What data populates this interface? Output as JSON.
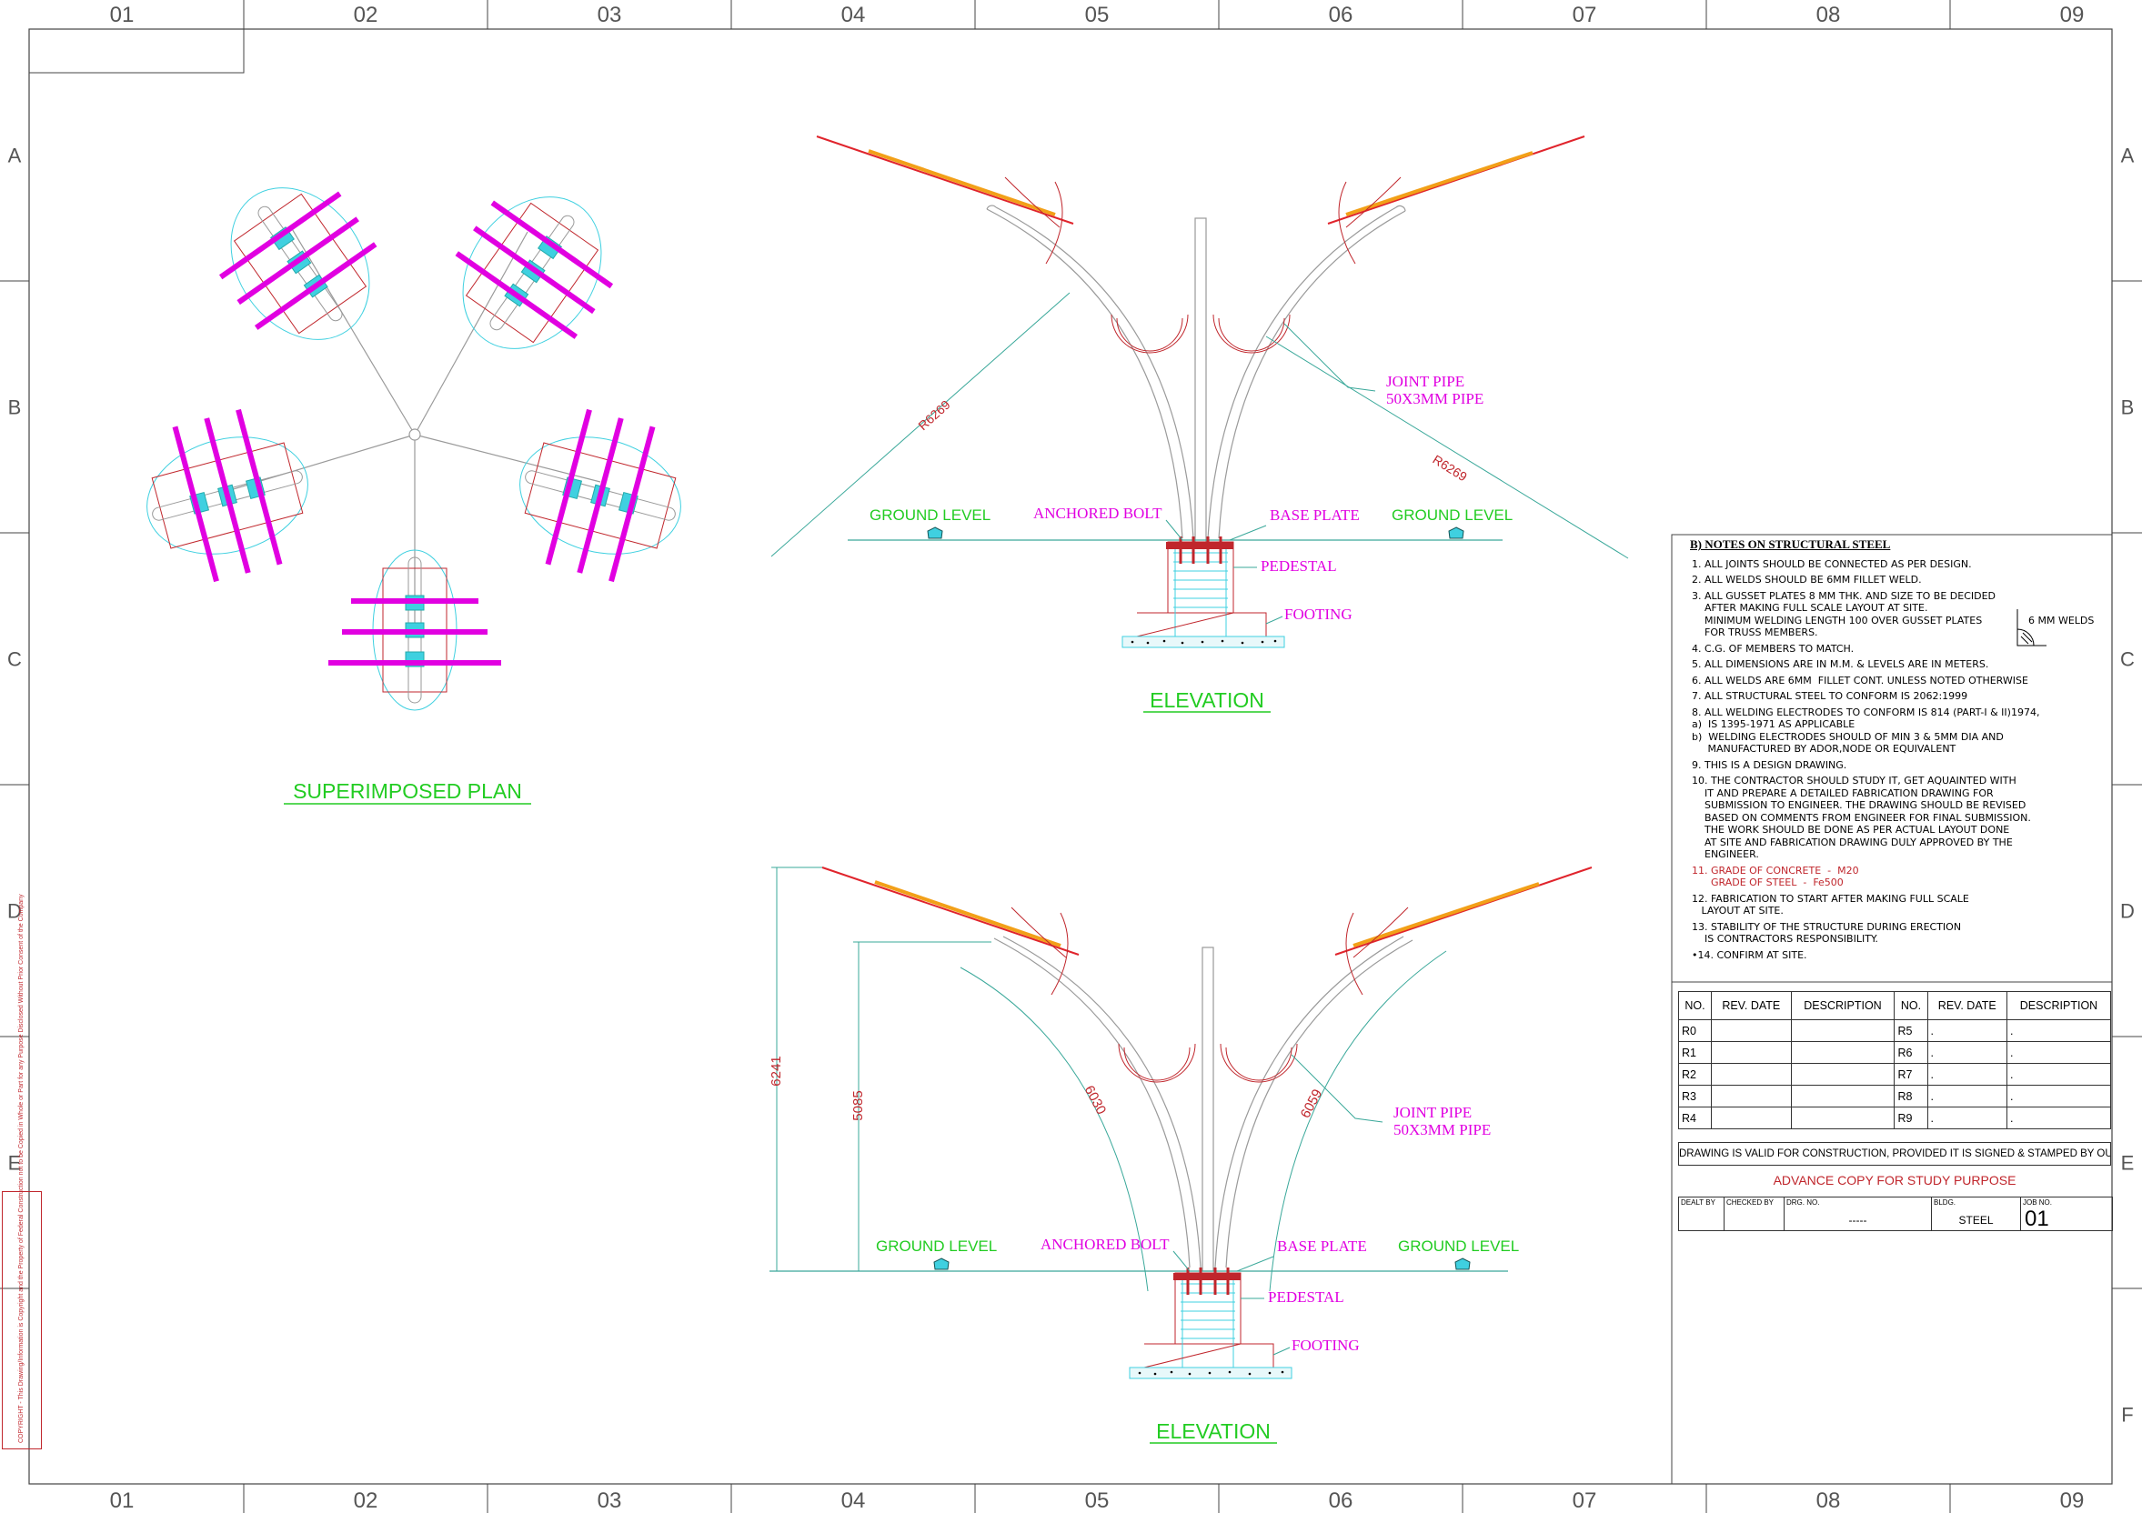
{
  "border": {
    "columns": [
      "01",
      "02",
      "03",
      "04",
      "05",
      "06",
      "07",
      "08",
      "09"
    ],
    "rows": [
      "A",
      "B",
      "C",
      "D",
      "E",
      "F"
    ]
  },
  "plan": {
    "title": "SUPERIMPOSED PLAN"
  },
  "elevation_top": {
    "title": "ELEVATION",
    "ground_left": "GROUND LEVEL",
    "ground_right": "GROUND LEVEL",
    "anchored_bolt": "ANCHORED BOLT",
    "base_plate": "BASE PLATE",
    "pedestal": "PEDESTAL",
    "footing": "FOOTING",
    "joint_pipe_1": "JOINT PIPE",
    "joint_pipe_2": "50X3MM PIPE",
    "radius_left": "R6269",
    "radius_right": "R6269"
  },
  "elevation_bottom": {
    "title": "ELEVATION",
    "ground_left": "GROUND LEVEL",
    "ground_right": "GROUND LEVEL",
    "anchored_bolt": "ANCHORED BOLT",
    "base_plate": "BASE PLATE",
    "pedestal": "PEDESTAL",
    "footing": "FOOTING",
    "joint_pipe_1": "JOINT PIPE",
    "joint_pipe_2": "50X3MM PIPE",
    "dim_height_outer": "6241",
    "dim_height_inner": "5085",
    "dim_arc_left": "6030",
    "dim_arc_right": "6059"
  },
  "notes": {
    "heading": "B) NOTES ON STRUCTURAL STEEL",
    "weld_symbol_label": "6 MM WELDS",
    "items": [
      "1. ALL JOINTS SHOULD BE CONNECTED AS PER DESIGN.",
      "2. ALL WELDS SHOULD BE 6MM FILLET WELD.",
      "3. ALL GUSSET PLATES 8 MM THK. AND SIZE TO BE DECIDED\n    AFTER MAKING FULL SCALE LAYOUT AT SITE.\n    MINIMUM WELDING LENGTH 100 OVER GUSSET PLATES\n    FOR TRUSS MEMBERS.",
      "4. C.G. OF MEMBERS TO MATCH.",
      "5. ALL DIMENSIONS ARE IN M.M. & LEVELS ARE IN METERS.",
      "6. ALL WELDS ARE 6MM  FILLET CONT. UNLESS NOTED OTHERWISE",
      "7. ALL STRUCTURAL STEEL TO CONFORM IS 2062:1999",
      "8. ALL WELDING ELECTRODES TO CONFORM IS 814 (PART-I & II)1974,\na)  IS 1395-1971 AS APPLICABLE\nb)  WELDING ELECTRODES SHOULD OF MIN 3 & 5MM DIA AND\n     MANUFACTURED BY ADOR,NODE OR EQUIVALENT",
      "9. THIS IS A DESIGN DRAWING.",
      "10. THE CONTRACTOR SHOULD STUDY IT, GET AQUAINTED WITH\n    IT AND PREPARE A DETAILED FABRICATION DRAWING FOR\n    SUBMISSION TO ENGINEER. THE DRAWING SHOULD BE REVISED\n    BASED ON COMMENTS FROM ENGINEER FOR FINAL SUBMISSION.\n    THE WORK SHOULD BE DONE AS PER ACTUAL LAYOUT DONE\n    AT SITE AND FABRICATION DRAWING DULY APPROVED BY THE\n    ENGINEER.",
      "11. GRADE OF CONCRETE  -  M20\n      GRADE OF STEEL  -  Fe500",
      "12. FABRICATION TO START AFTER MAKING FULL SCALE\n   LAYOUT AT SITE.",
      "13. STABILITY OF THE STRUCTURE DURING ERECTION\n    IS CONTRACTORS RESPONSIBILITY.",
      "•14. CONFIRM AT SITE."
    ]
  },
  "revisions": {
    "headers": [
      "NO.",
      "REV. DATE",
      "DESCRIPTION",
      "NO.",
      "REV. DATE",
      "DESCRIPTION"
    ],
    "rows": [
      [
        "R0",
        "",
        "",
        "R5",
        ".",
        "."
      ],
      [
        "R1",
        "",
        "",
        "R6",
        ".",
        "."
      ],
      [
        "R2",
        "",
        "",
        "R7",
        ".",
        "."
      ],
      [
        "R3",
        "",
        "",
        "R8",
        ".",
        "."
      ],
      [
        "R4",
        "",
        "",
        "R9",
        ".",
        "."
      ]
    ]
  },
  "validity_text": "DRAWING IS VALID FOR CONSTRUCTION, PROVIDED IT IS SIGNED & STAMPED BY OUR OFFICE",
  "advance_text": "ADVANCE COPY FOR STUDY PURPOSE",
  "title_block": {
    "dealt_by_label": "DEALT BY",
    "checked_by_label": "CHECKED BY",
    "drg_no_label": "DRG. NO.",
    "drg_no_value": "-----",
    "bldg_label": "BLDG.",
    "bldg_value": "STEEL",
    "job_no_label": "JOB NO.",
    "job_no_value": "01"
  },
  "copyright": "COPYRIGHT - This Drawing/Information is Copyright and the Property of Federal Construction not to be Copied in Whole or Part for any Purpose Disclosed Without Prior Consent of the Company",
  "colors": {
    "magenta": "#e100e1",
    "green": "#22cc22",
    "red": "#c0262c",
    "cyan": "#3fd0e0",
    "orange": "#f2a018",
    "grey": "#9a9a9a",
    "teal": "#3aa89a"
  }
}
